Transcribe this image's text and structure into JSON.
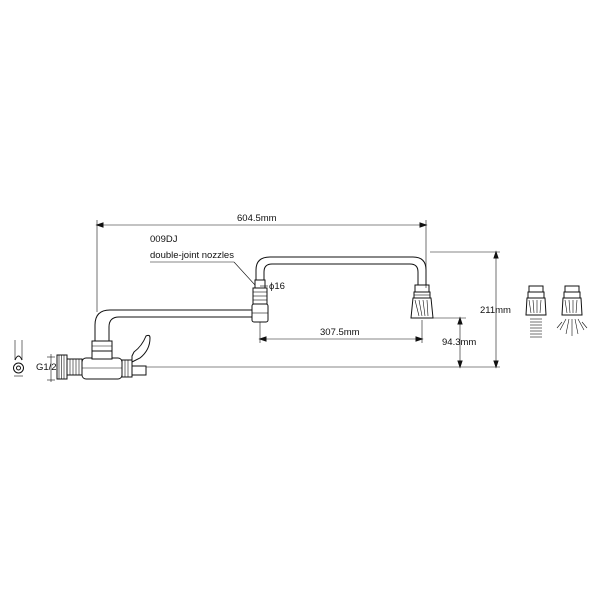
{
  "dimensions": {
    "overall_length": "604.5mm",
    "joint_to_nozzle": "307.5mm",
    "height": "211mm",
    "nozzle_height": "94.3mm",
    "tube_diameter": "ϕ16",
    "inlet_thread": "G1/2\""
  },
  "annotation": {
    "model": "009DJ",
    "description": "double-joint  nozzles"
  },
  "colors": {
    "line": "#111111",
    "background": "#ffffff"
  }
}
